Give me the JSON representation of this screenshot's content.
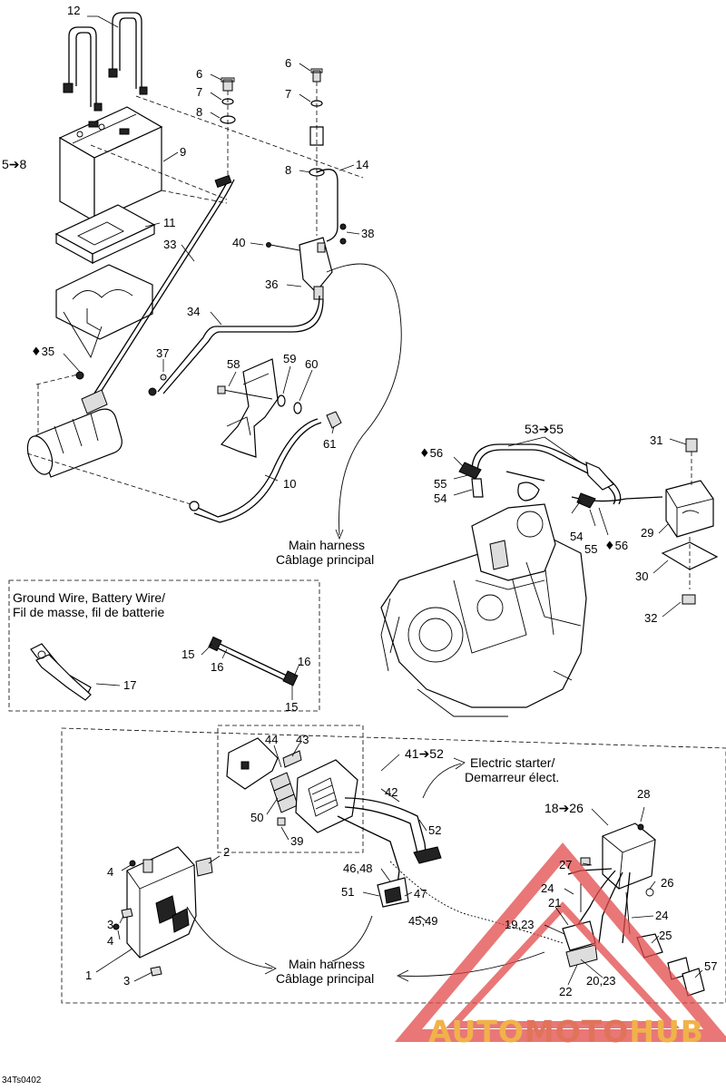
{
  "figure_code": "34Ts0402",
  "watermark": {
    "part1": "AUTO",
    "part2": "MOTO",
    "part3": "HUB"
  },
  "captions": {
    "main_harness_top_en": "Main harness",
    "main_harness_top_fr": "Câblage principal",
    "ground_box_en": "Ground Wire, Battery Wire/",
    "ground_box_fr": "Fil de masse, fil de batterie",
    "starter_en": "Electric starter/",
    "starter_fr": "Demarreur élect.",
    "main_harness_bottom_en": "Main harness",
    "main_harness_bottom_fr": "Câblage principal"
  },
  "callouts": {
    "c12": "12",
    "c6a": "6",
    "c7a": "7",
    "c8a": "8",
    "c6b": "6",
    "c7b": "7",
    "c58": "5➔8",
    "c9": "9",
    "c8b": "8",
    "c14": "14",
    "c11": "11",
    "c33": "33",
    "c40": "40",
    "c38": "38",
    "c36": "36",
    "c34": "34",
    "c35": "35",
    "c37": "37",
    "c58b": "58",
    "c59": "59",
    "c60": "60",
    "c61": "61",
    "c10": "10",
    "c5355": "53➔55",
    "c31": "31",
    "c56a": "56",
    "c55a": "55",
    "c54a": "54",
    "c54b": "54",
    "c55b": "55",
    "c56b": "56",
    "c29": "29",
    "c30": "30",
    "c32": "32",
    "c15a": "15",
    "c16a": "16",
    "c16b": "16",
    "c17": "17",
    "c15b": "15",
    "c44": "44",
    "c43": "43",
    "c4152": "41➔52",
    "c42": "42",
    "c50": "50",
    "c39": "39",
    "c52": "52",
    "c28": "28",
    "c1826": "18➔26",
    "c2": "2",
    "c4a": "4",
    "c4648": "46,48",
    "c27": "27",
    "c26": "26",
    "c51": "51",
    "c47": "47",
    "c24a": "24",
    "c21": "21",
    "c3a": "3",
    "c4b": "4",
    "c4549": "45,49",
    "c24b": "24",
    "c1923": "19,23",
    "c25": "25",
    "c1": "1",
    "c3b": "3",
    "c2023": "20,23",
    "c22": "22",
    "c57": "57"
  },
  "colors": {
    "line": "#000000",
    "watermark_red": "#e24a4a",
    "watermark_orange": "#f0b24a",
    "watermark_salmon": "#e0735a"
  }
}
